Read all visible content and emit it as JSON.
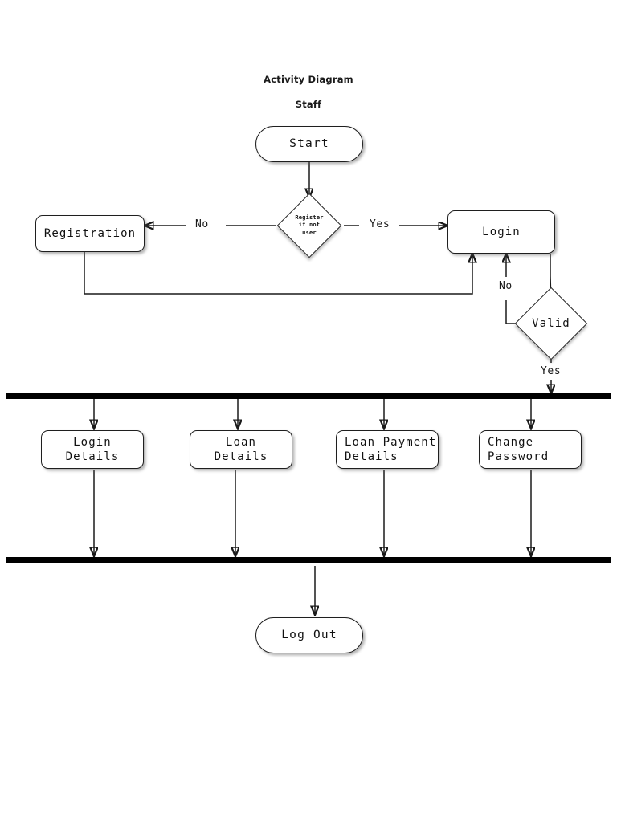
{
  "header": {
    "title": "Activity Diagram",
    "subtitle": "Staff"
  },
  "colors": {
    "node_stroke": "#1f1f1f",
    "node_fill": "#ffffff",
    "connector": "#1a1a1a",
    "bar": "#000000",
    "text": "#111111"
  },
  "nodes": {
    "start": {
      "label": "Start",
      "type": "terminal"
    },
    "decision_register": {
      "label": "Register\nif not\nuser",
      "type": "decision"
    },
    "registration": {
      "label": "Registration",
      "type": "activity"
    },
    "login": {
      "label": "Login",
      "type": "activity"
    },
    "decision_valid": {
      "label": "Valid",
      "type": "decision"
    },
    "login_details": {
      "label": "Login\nDetails",
      "type": "activity"
    },
    "loan_details": {
      "label": "Loan\nDetails",
      "type": "activity"
    },
    "loan_payment_details": {
      "label": "Loan Payment\nDetails",
      "type": "activity"
    },
    "change_password": {
      "label": "Change\nPassword",
      "type": "activity"
    },
    "log_out": {
      "label": "Log Out",
      "type": "terminal"
    }
  },
  "edge_labels": {
    "register_no": "No",
    "register_yes": "Yes",
    "valid_no": "No",
    "valid_yes": "Yes"
  },
  "bars": {
    "fork": "fork-bar",
    "join": "join-bar"
  }
}
